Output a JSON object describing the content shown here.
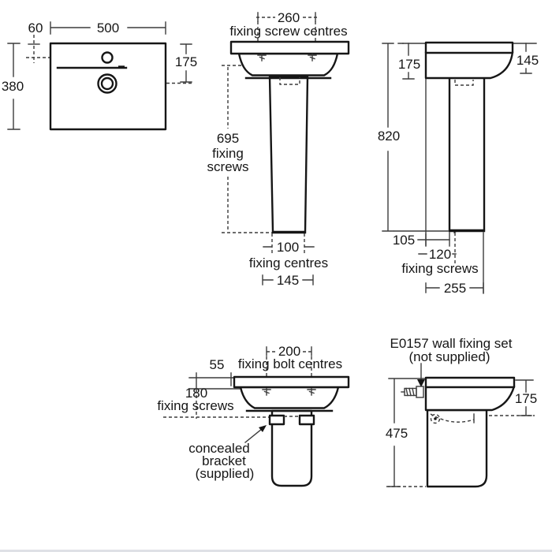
{
  "drawing": {
    "plan": {
      "width": "500",
      "edge_offset": "60",
      "depth": "380",
      "bowl_offset": "175"
    },
    "pedestal_front": {
      "screw_centres": "260",
      "screw_centres_label": "fixing screw centres",
      "screw_height": "695",
      "screw_height_label_line1": "fixing",
      "screw_height_label_line2": "screws",
      "base_fixing": "100",
      "base_fixing_label": "fixing centres",
      "base_width": "145"
    },
    "pedestal_side": {
      "basin_height": "175",
      "front_height": "145",
      "overall_height": "820",
      "rear_gap": "105",
      "fixing_offset": "120",
      "fixing_offset_label": "fixing screws",
      "base_depth": "255"
    },
    "semi_front": {
      "bolt_centres": "200",
      "bolt_centres_label": "fixing bolt centres",
      "bolt_drop": "55",
      "screw_drop": "180",
      "screw_drop_label": "fixing screws",
      "bracket_note_line1": "concealed",
      "bracket_note_line2": "bracket",
      "bracket_note_line3": "(supplied)"
    },
    "semi_side": {
      "wall_fixing_note_line1": "E0157 wall fixing set",
      "wall_fixing_note_line2": "(not supplied)",
      "basin_height": "175",
      "semi_height": "475"
    }
  },
  "colors": {
    "line": "#161616",
    "bottom_bar": "#dfe1e6",
    "background": "#ffffff"
  }
}
